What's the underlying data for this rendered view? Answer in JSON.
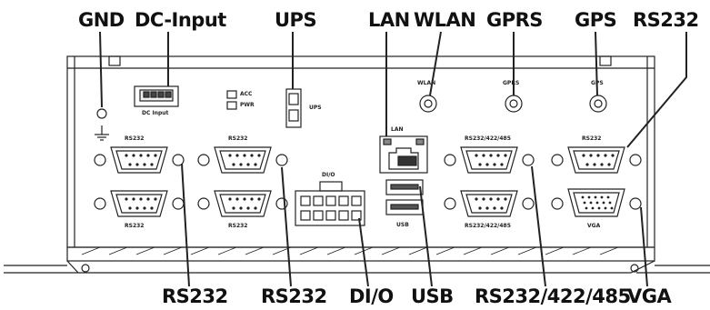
{
  "callouts": {
    "gnd": "GND",
    "dc_input": "DC-Input",
    "ups": "UPS",
    "lan": "LAN",
    "wlan": "WLAN",
    "gprs": "GPRS",
    "gps": "GPS",
    "rs232_top": "RS232",
    "rs232_bottom_1": "RS232",
    "rs232_bottom_2": "RS232",
    "dio": "DI/O",
    "usb": "USB",
    "rs232_422_485": "RS232/422/485",
    "vga": "VGA"
  },
  "panel_labels": {
    "dc_input": "DC Input",
    "acc": "ACC",
    "pwr": "PWR",
    "ups": "UPS",
    "wlan": "WLAN",
    "gprs": "GPRS",
    "gps": "GPS",
    "lan": "LAN",
    "rs232_a": "RS232",
    "rs232_b": "RS232",
    "rs232_c": "RS232",
    "rs232_d": "RS232",
    "rs232_e": "RS232",
    "dio": "DI/O",
    "usb": "USB",
    "serial_top": "RS232/422/485",
    "serial_bottom": "RS232/422/485",
    "vga": "VGA"
  },
  "colors": {
    "line": "#222222",
    "panel_fill": "#ffffff",
    "panel_shade": "#e8e8e8"
  }
}
